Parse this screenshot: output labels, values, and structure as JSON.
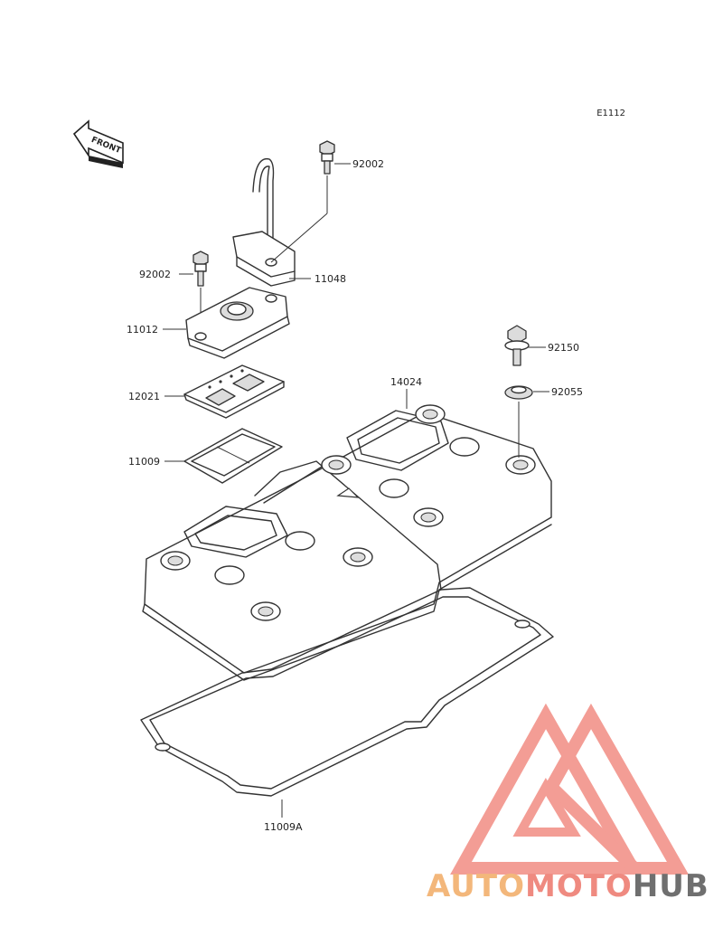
{
  "diagram_code": "E1112",
  "front_label": "FRONT",
  "parts": {
    "p92002_top": "92002",
    "p11048": "11048",
    "p92002_left": "92002",
    "p11012": "11012",
    "p12021": "12021",
    "p11009": "11009",
    "p14024": "14024",
    "p92150": "92150",
    "p92055": "92055",
    "p11009A": "11009A"
  },
  "watermark": {
    "part1": "AUTO",
    "part2": "MOTO",
    "part3": "HUB",
    "colors": {
      "auto": "#f3b77b",
      "moto": "#ef8a80",
      "hub": "#6f6f6f",
      "triangle": "#f2938a"
    }
  }
}
